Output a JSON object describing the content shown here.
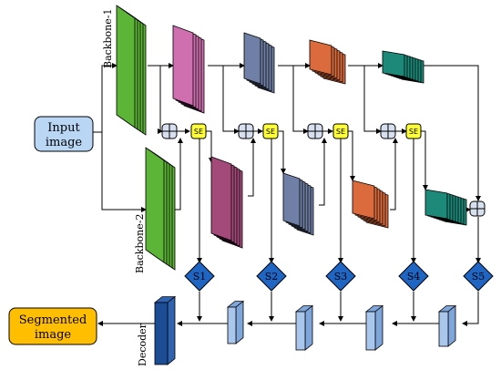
{
  "input_box": {
    "line1": "Input",
    "line2": "image",
    "color": "#b9d7f5"
  },
  "output_box": {
    "line1": "Segmented",
    "line2": "image",
    "color": "#ffbf00"
  },
  "labels": {
    "backbone1": "Backbone-1",
    "backbone2": "Backbone-2",
    "decoder": "Decoder"
  },
  "se_label": "SE",
  "side_outputs": [
    "S1",
    "S2",
    "S3",
    "S4",
    "S5"
  ],
  "colors": {
    "green": "#5cb536",
    "pink": "#d06fb0",
    "slate": "#6f7fa5",
    "orange": "#db6a3c",
    "teal": "#1d8a79",
    "magenta": "#a34a7a",
    "se_fill": "#ffff33",
    "s_fill": "#1f66c4",
    "add_fill": "#d6e0ef",
    "dec_light": "#a9c6ec",
    "dec_dark": "#1c4d94"
  }
}
